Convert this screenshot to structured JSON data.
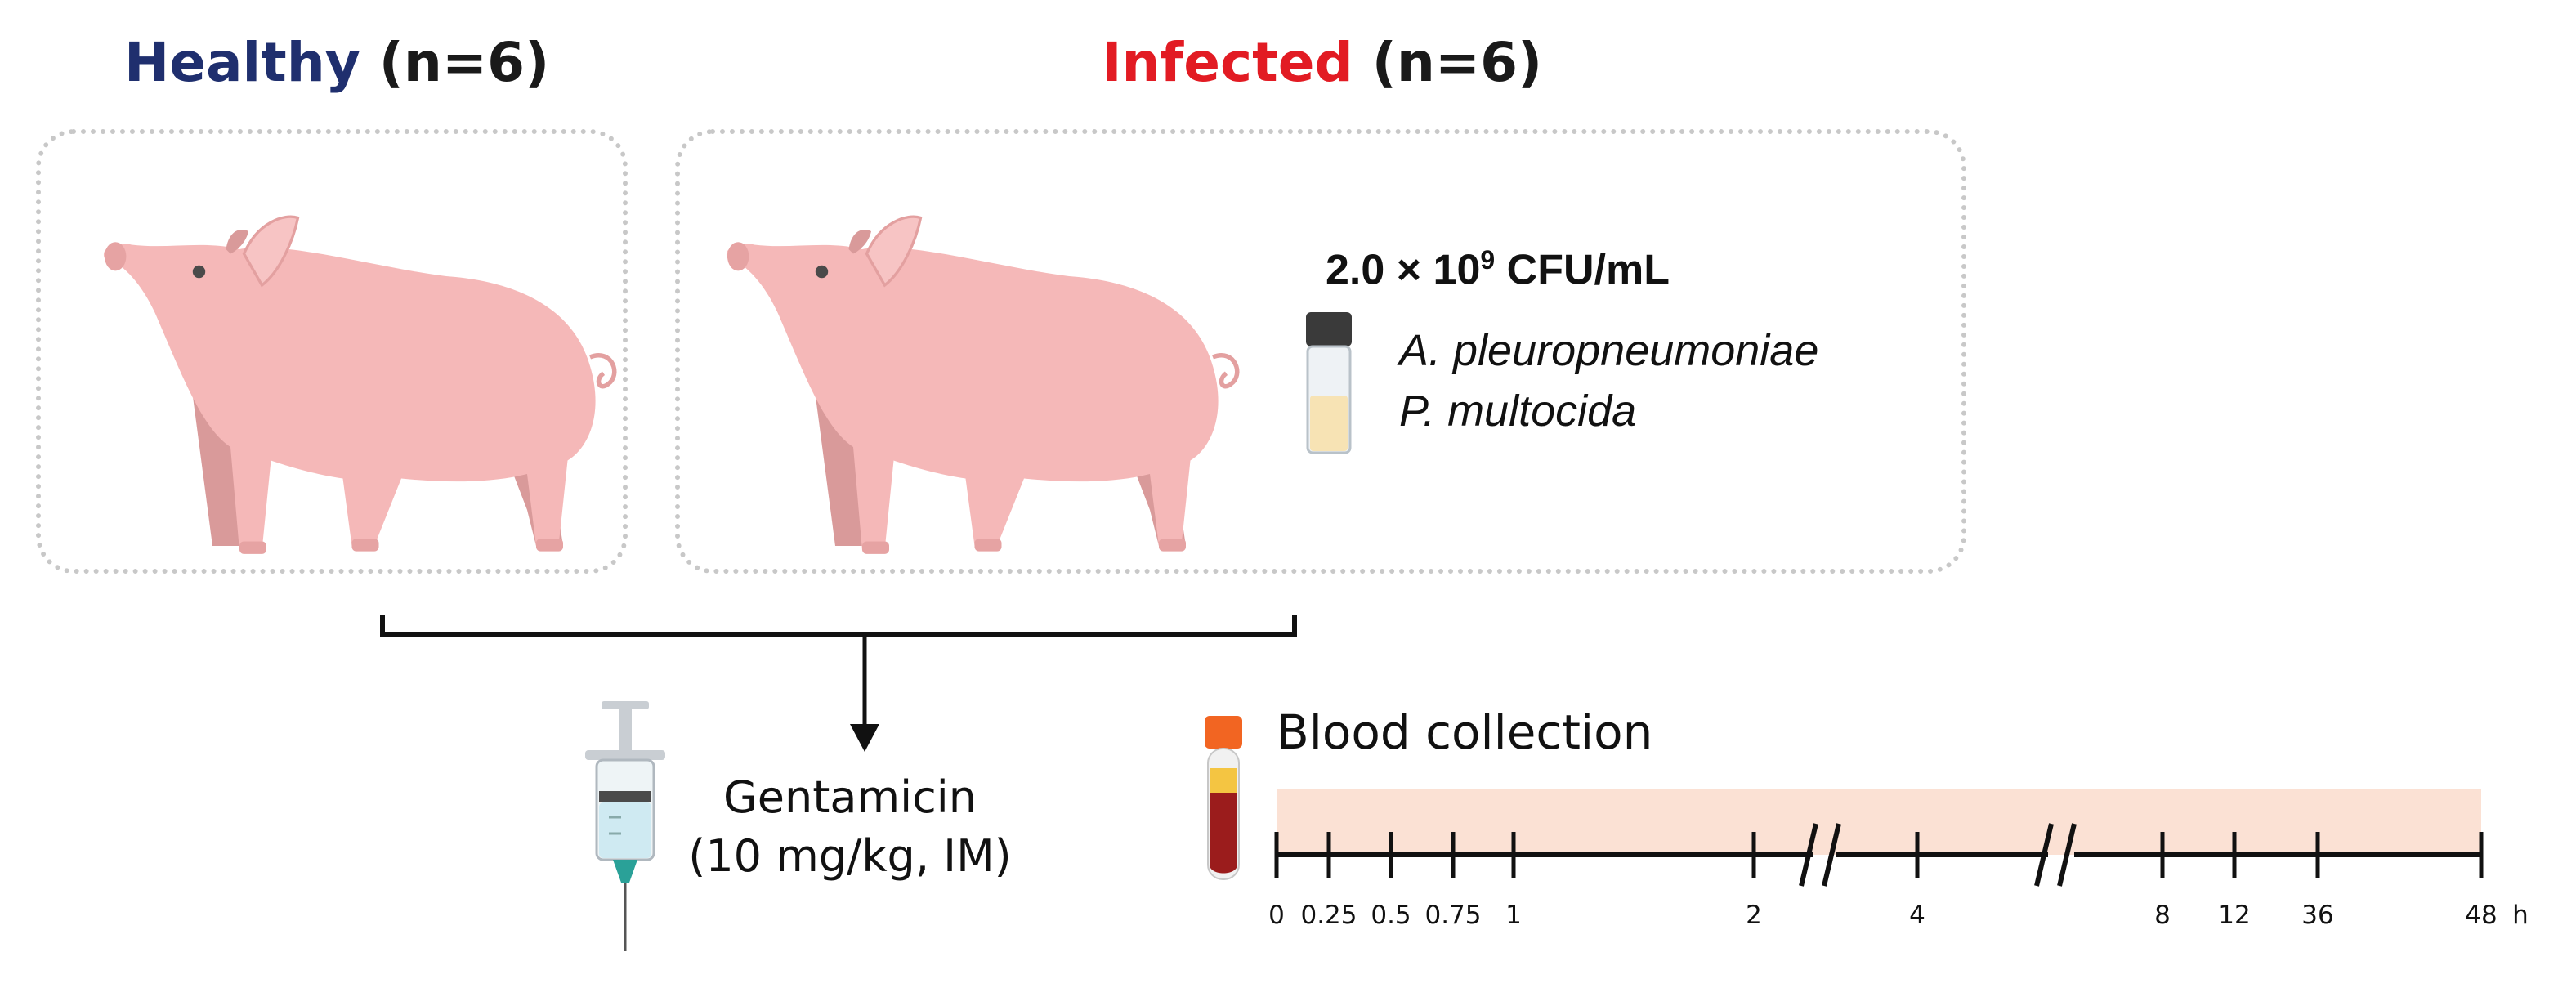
{
  "groups": {
    "healthy": {
      "name": "Healthy",
      "count": "(n=6)",
      "color": "#1f2f6e"
    },
    "infected": {
      "name": "Infected",
      "count": "(n=6)",
      "color": "#e21b23"
    }
  },
  "inoculum": {
    "concentration_base": "2.0 × 10",
    "concentration_exp": "9",
    "concentration_unit": " CFU/mL",
    "species": [
      "A. pleuropneumoniae",
      "P. multocida"
    ]
  },
  "treatment": {
    "drug": "Gentamicin",
    "dose": "(10 mg/kg, IM)"
  },
  "sampling": {
    "label": "Blood collection",
    "time_points": [
      "0",
      "0.25",
      "0.5",
      "0.75",
      "1",
      "2",
      "4",
      "8",
      "12",
      "36",
      "48"
    ],
    "unit": "h",
    "band_color": "#fbe1d4"
  },
  "colors": {
    "pig_body": "#f5b8b8",
    "pig_shadow": "#d99a9a",
    "vial_liquid": "#f7e3b4",
    "tube_cap": "#f26522",
    "tube_blood": "#9b1c1c",
    "syringe_liquid": "#cfeaf2",
    "needle": "#2aa198"
  }
}
